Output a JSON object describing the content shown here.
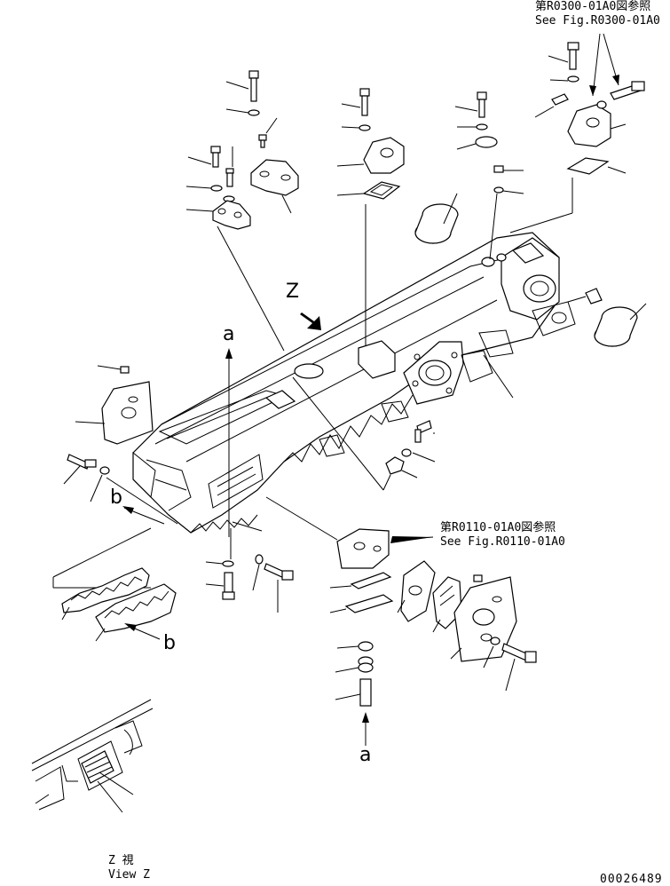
{
  "references": {
    "top_right_jp": "第R0300-01A0図参照",
    "top_right_en": "See Fig.R0300-01A0",
    "middle_jp": "第R0110-01A0図参照",
    "middle_en": "See Fig.R0110-01A0"
  },
  "view_letters": {
    "z_arrow": "Z",
    "a_top": "a",
    "a_bottom": "a",
    "b_left": "b",
    "b_lower": "b"
  },
  "view_caption": {
    "jp": "Z 視",
    "en": "View Z"
  },
  "drawing_number": "00026489"
}
